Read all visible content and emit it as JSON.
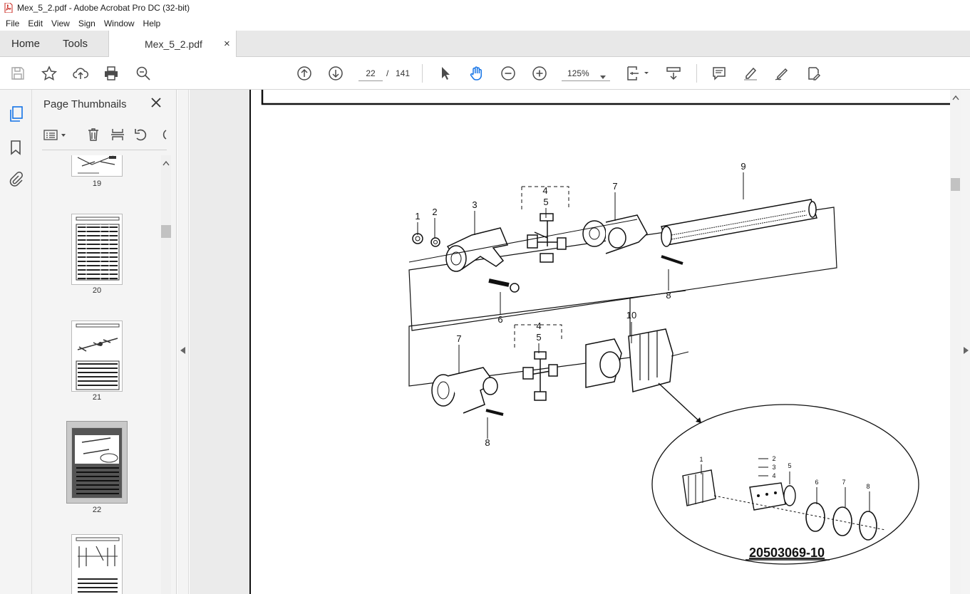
{
  "window": {
    "title": "Mex_5_2.pdf - Adobe Acrobat Pro DC (32-bit)"
  },
  "menu": [
    "File",
    "Edit",
    "View",
    "Sign",
    "Window",
    "Help"
  ],
  "tabs": {
    "home": "Home",
    "tools": "Tools",
    "document": "Mex_5_2.pdf",
    "close": "×"
  },
  "toolbar": {
    "page_current": "22",
    "page_sep": "/",
    "page_total": "141",
    "zoom": "125%"
  },
  "panel": {
    "title": "Page Thumbnails",
    "thumbnails": [
      {
        "label": "19"
      },
      {
        "label": "20"
      },
      {
        "label": "21"
      },
      {
        "label": "22",
        "selected": true
      },
      {
        "label": ""
      }
    ]
  },
  "drawing": {
    "callouts": [
      "1",
      "2",
      "3",
      "4",
      "5",
      "7",
      "9",
      "8",
      "6",
      "10",
      "7",
      "4",
      "5",
      "8"
    ],
    "detail_callouts": [
      "1",
      "2",
      "3",
      "4",
      "5",
      "6",
      "7",
      "8"
    ],
    "part_number": "20503069-10"
  },
  "colors": {
    "accent_blue": "#1473e6",
    "pdf_red": "#d7261e"
  }
}
